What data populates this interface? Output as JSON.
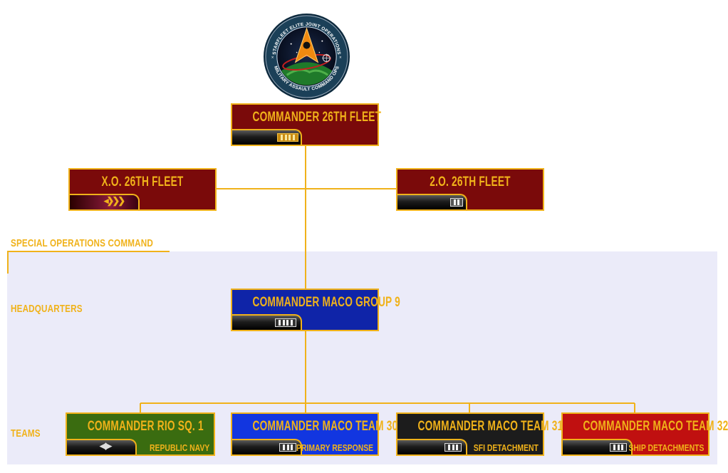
{
  "emblem": {
    "ring_text_top": "STARFLEET ELITE JOINT OPERATIONS",
    "ring_text_bottom": "MILITARY ASSAULT COMMAND OPS"
  },
  "sections": {
    "soc": "SPECIAL OPERATIONS COMMAND",
    "hq": "HEADQUARTERS",
    "teams": "TEAMS"
  },
  "nodes": {
    "commander": {
      "title": "COMMANDER 26TH FLEET",
      "color": "#7a0a0a"
    },
    "xo": {
      "title": "X.O. 26TH FLEET",
      "color": "#7a0a0a"
    },
    "so": {
      "title": "2.O. 26TH FLEET",
      "color": "#7a0a0a"
    },
    "maco_group": {
      "title": "COMMANDER MACO GROUP 9",
      "color": "#0f24a8"
    },
    "rio": {
      "title": "COMMANDER RIO SQ. 1",
      "subtitle": "REPUBLIC NAVY",
      "color": "#3a6c10"
    },
    "team30": {
      "title": "COMMANDER MACO TEAM 30",
      "subtitle": "PRIMARY RESPONSE",
      "color": "#1236e0"
    },
    "team31": {
      "title": "COMMANDER MACO TEAM 31",
      "subtitle": "SFI DETACHMENT",
      "color": "#1c1c1c"
    },
    "team32": {
      "title": "COMMANDER MACO TEAM 32",
      "subtitle": "SHIP DETACHMENTS",
      "color": "#c01010"
    }
  },
  "colors": {
    "accent": "#f0b21a",
    "band": "#ebebf9"
  }
}
